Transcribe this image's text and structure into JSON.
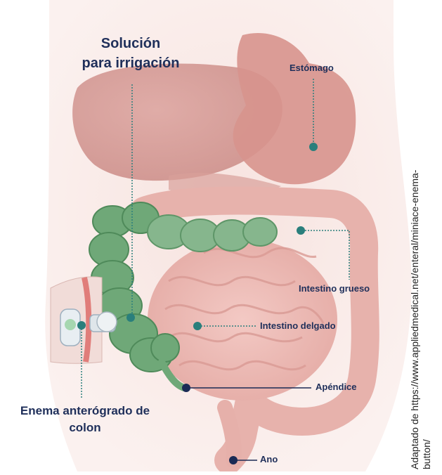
{
  "labels": {
    "solucion_line1": "Solución",
    "solucion_line2": "para irrigación",
    "estomago": "Estómago",
    "intestino_grueso": "Intestino grueso",
    "intestino_delgado": "Intestino delgado",
    "apendice": "Apéndice",
    "ano": "Ano",
    "enema_line1": "Enema anterógrado de",
    "enema_line2": "colon"
  },
  "credit": {
    "line1": "Adaptado de https://www.appliedmedical.net/enteral/miniace-enema-",
    "line2": "button/"
  },
  "colors": {
    "label_text": "#1f2f5a",
    "teal_dot": "#2a7f7c",
    "navy_dot": "#1a2a55",
    "organ_pink": "#e8b4b0",
    "colon_green": "#6fa878"
  }
}
